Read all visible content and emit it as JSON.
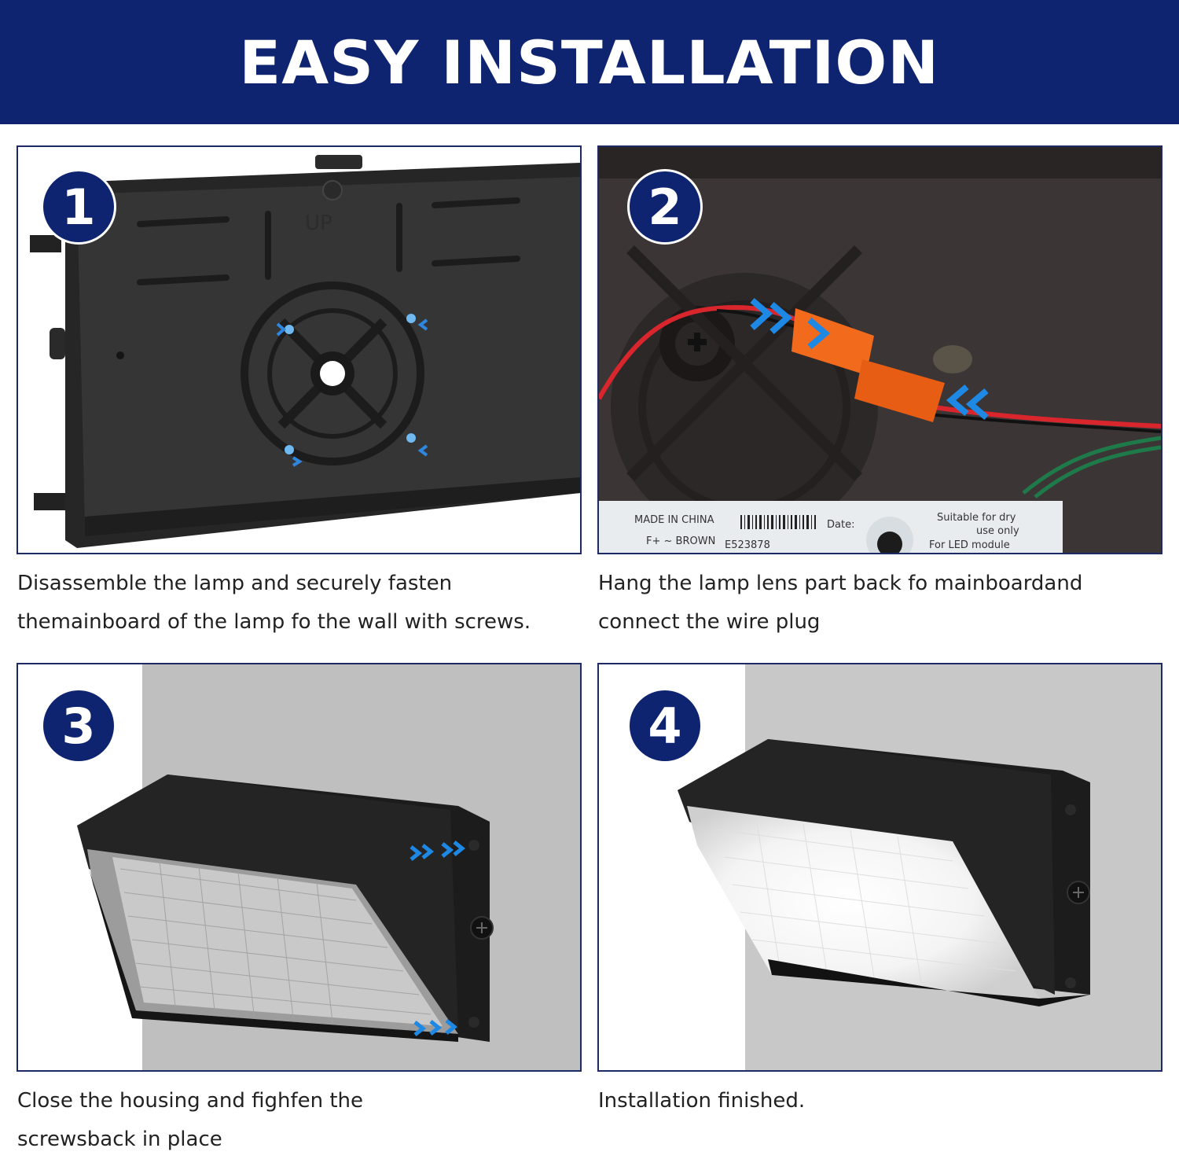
{
  "header": {
    "title": "EASY INSTALLATION"
  },
  "steps": [
    {
      "number": "1",
      "caption_line1": "Disassemble the lamp and securely fasten",
      "caption_line2": "themainboard of the lamp fo the wall with screws."
    },
    {
      "number": "2",
      "caption_line1": "Hang the lamp lens part back fo mainboardand",
      "caption_line2": "connect the wire plug"
    },
    {
      "number": "3",
      "caption_line1": "Close the housing and fighfen the",
      "caption_line2": "screwsback in place"
    },
    {
      "number": "4",
      "caption_line1": "Installation finished.",
      "caption_line2": ""
    }
  ],
  "photo2_sticker": {
    "made_in": "MADE IN CHINA",
    "date": "Date:",
    "serial": "E523878",
    "suitable": "Suitable for dry",
    "use_only": "use only",
    "module": "For LED module",
    "wire": "F+ ~ BROWN"
  },
  "photo1_emboss": "UP",
  "colors": {
    "brand_blue": "#0f2470",
    "arrow_blue": "#1e88e5",
    "connector_orange": "#f26a1b"
  }
}
